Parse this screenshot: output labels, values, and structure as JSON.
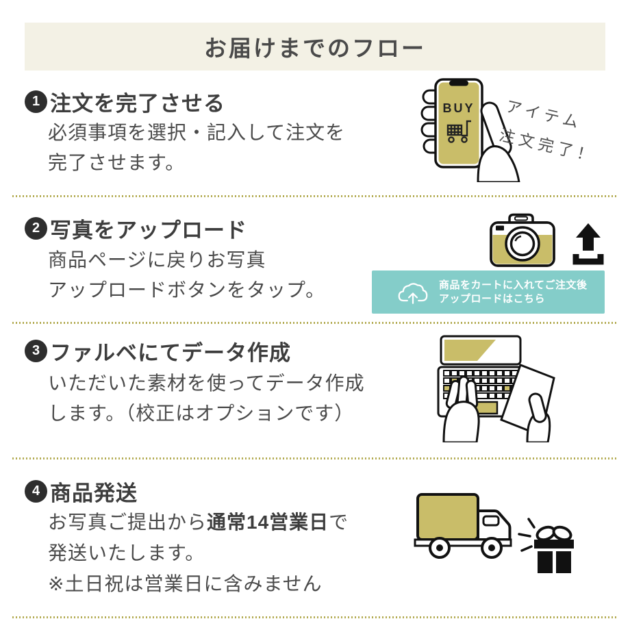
{
  "header": {
    "title": "お届けまでのフロー"
  },
  "steps": [
    {
      "number": "1",
      "title": "注文を完了させる",
      "lines": [
        "必須事項を選択・記入して注文を",
        "完了させます。"
      ]
    },
    {
      "number": "2",
      "title": "写真をアップロード",
      "lines": [
        "商品ページに戻りお写真",
        "アップロードボタンをタップ。"
      ]
    },
    {
      "number": "3",
      "title": "ファルベにてデータ作成",
      "lines": [
        "いただいた素材を使ってデータ作成",
        "します。（校正はオプションです）"
      ]
    },
    {
      "number": "4",
      "title": "商品発送",
      "line1_pre": "お写真ご提出から",
      "line1_bold": "通常14営業日",
      "line1_post": "で",
      "lines": [
        "発送いたします。",
        "※土日祝は営業日に含みません"
      ]
    }
  ],
  "illustrations": {
    "phone": {
      "screen_label": "BUY",
      "note_line1": "アイテム",
      "note_line2": "注文完了！"
    },
    "upload_banner": {
      "line1": "商品をカートに入れてご注文後",
      "line2": "アップロードはこちら"
    }
  },
  "colors": {
    "accent_olive": "#c9bd69",
    "banner_teal": "#84cdc9",
    "header_bg": "#f3f1e5",
    "divider_olive": "#b3ab52",
    "heading_text": "#3d3d3d",
    "body_text": "#4a4a4a",
    "line_art": "#111111"
  }
}
